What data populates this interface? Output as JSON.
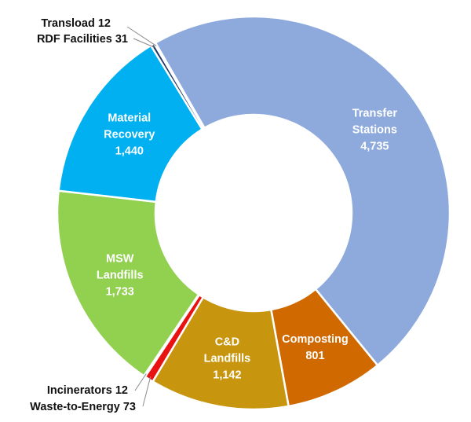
{
  "chart_data": {
    "type": "donut",
    "slices": [
      {
        "label": "Transfer Stations",
        "value": 4735,
        "value_text": "4,735",
        "color": "#8eaadd"
      },
      {
        "label": "Composting",
        "value": 801,
        "value_text": "801",
        "color": "#d06a00"
      },
      {
        "label": "C&D Landfills",
        "value": 1142,
        "value_text": "1,142",
        "color": "#c8960e"
      },
      {
        "label": "Waste-to-Energy",
        "value": 73,
        "value_text": "73",
        "color": "#e81212"
      },
      {
        "label": "Incinerators",
        "value": 12,
        "value_text": "12",
        "color": "#7a7a7a"
      },
      {
        "label": "MSW Landfills",
        "value": 1733,
        "value_text": "1,733",
        "color": "#92d050"
      },
      {
        "label": "Material Recovery",
        "value": 1440,
        "value_text": "1,440",
        "color": "#00b0f0"
      },
      {
        "label": "RDF Facilities",
        "value": 31,
        "value_text": "31",
        "color": "#1f3864"
      },
      {
        "label": "Transload",
        "value": 12,
        "value_text": "12",
        "color": "#7f7f7f"
      }
    ]
  }
}
